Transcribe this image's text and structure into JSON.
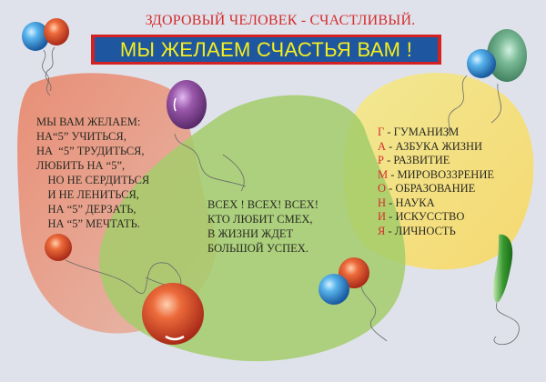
{
  "poster": {
    "subtitle": "ЗДОРОВЫЙ ЧЕЛОВЕК - СЧАСТЛИВЫЙ.",
    "title": "МЫ ЖЕЛАЕМ СЧАСТЬЯ ВАМ !"
  },
  "left_block": {
    "lines": [
      "МЫ ВАМ ЖЕЛАЕМ:",
      "НА“5” УЧИТЬСЯ,",
      "НА  “5” ТРУДИТЬСЯ,",
      "ЛЮБИТЬ НА “5”,",
      "    НО НЕ СЕРДИТЬСЯ",
      "    И НЕ ЛЕНИТЬСЯ,",
      "    НА “5” ДЕРЗАТЬ,",
      "    НА “5” МЕЧТАТЬ."
    ]
  },
  "middle_block": {
    "lines": [
      "ВСЕХ ! ВСЕХ! ВСЕХ!",
      "КТО ЛЮБИТ СМЕХ,",
      "В ЖИЗНИ ЖДЕТ",
      "БОЛЬШОЙ УСПЕХ."
    ]
  },
  "acrostic": {
    "rows": [
      {
        "letter": "Г",
        "text": " - ГУМАНИЗМ"
      },
      {
        "letter": "А",
        "text": " - АЗБУКА ЖИЗНИ"
      },
      {
        "letter": "Р",
        "text": " - РАЗВИТИЕ"
      },
      {
        "letter": "М",
        "text": " - МИРОВОЗЗРЕНИЕ"
      },
      {
        "letter": "О",
        "text": " - ОБРАЗОВАНИЕ"
      },
      {
        "letter": "Н",
        "text": " - НАУКА"
      },
      {
        "letter": "И",
        "text": " - ИСКУССТВО"
      },
      {
        "letter": "Я",
        "text": " - ЛИЧНОСТЬ"
      }
    ]
  },
  "colors": {
    "background": "#dfe2eb",
    "accent_red": "#d42d2d",
    "banner_blue": "#1e56a0",
    "banner_yellow": "#f5ee1e",
    "blob_salmon": "#e9a08a",
    "blob_green": "#a3cc6a",
    "blob_yellow": "#f4de78"
  },
  "decor": {
    "balloons": [
      {
        "name": "blue-balloon-top-left",
        "color": "#3a9ad8"
      },
      {
        "name": "red-balloon-top-left",
        "color": "#e05a30"
      },
      {
        "name": "purple-balloon",
        "color": "#8a4a98"
      },
      {
        "name": "blue-balloon-top-right",
        "color": "#3a9ad8"
      },
      {
        "name": "green-balloon-top-right",
        "color": "#5aa07a"
      },
      {
        "name": "small-red-balloon-left",
        "color": "#e05a30"
      },
      {
        "name": "big-red-balloon",
        "color": "#e04a28"
      },
      {
        "name": "blue-balloon-bottom",
        "color": "#3a9ad8"
      },
      {
        "name": "red-balloon-bottom",
        "color": "#e05a30"
      },
      {
        "name": "long-green-balloon",
        "color": "#3a9a30"
      }
    ]
  }
}
